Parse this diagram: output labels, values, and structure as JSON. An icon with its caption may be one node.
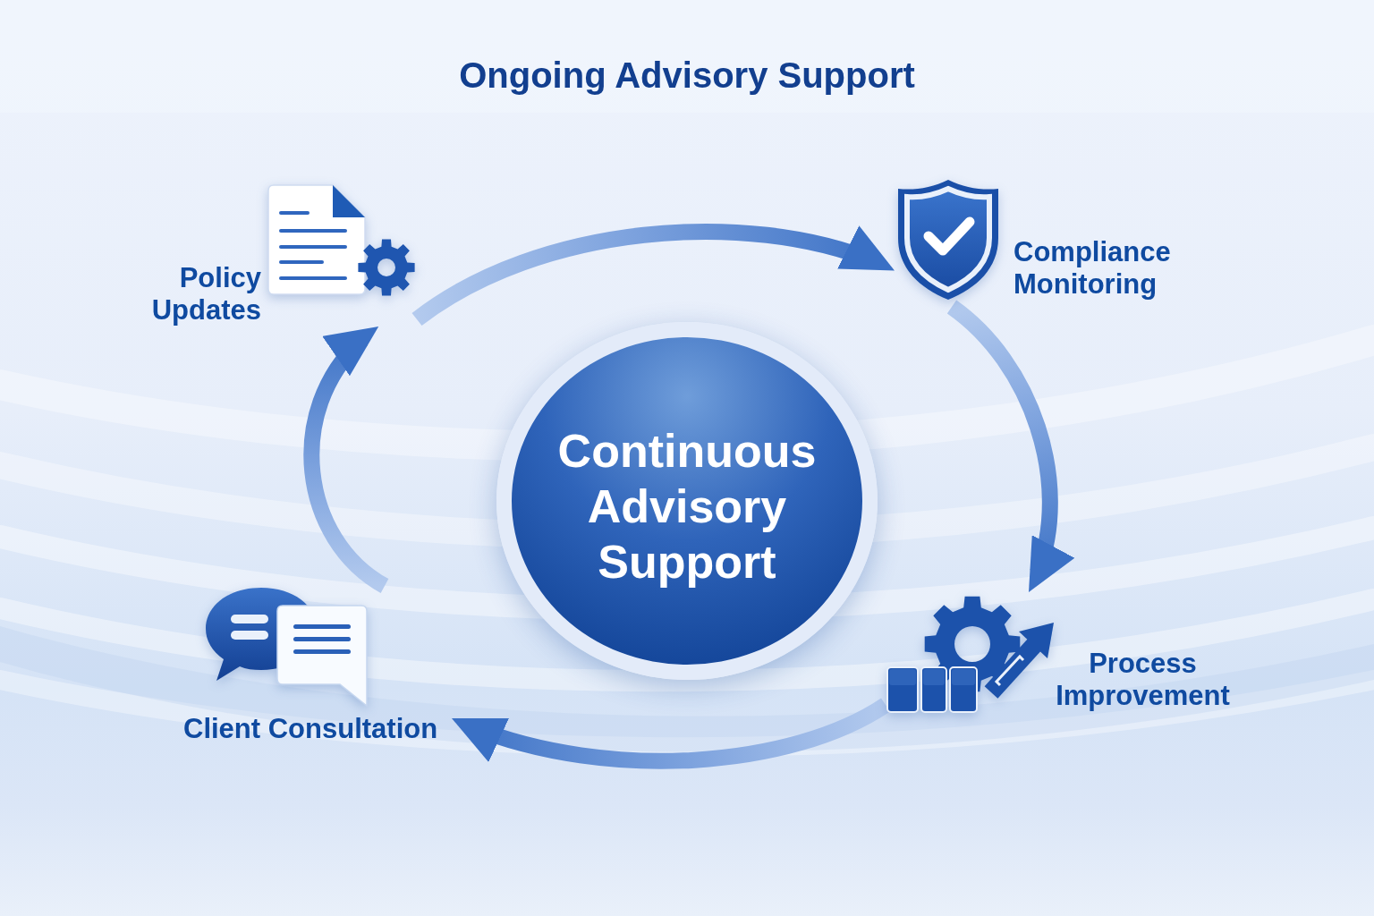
{
  "diagram": {
    "title": "Ongoing Advisory Support",
    "nodes": [
      {
        "text": [
          "Policy Updates"
        ]
      },
      {
        "text": [
          "Compliance Monitoring"
        ]
      },
      {
        "text": [
          "Continuous Advisory Support"
        ]
      },
      {
        "text": [
          "Process Improvement"
        ]
      },
      {
        "text": [
          "Client Consultation"
        ]
      }
    ],
    "edges": [
      {
        "from": 0,
        "to": 1,
        "arrow": "to"
      },
      {
        "from": 1,
        "to": 3,
        "arrow": "to"
      },
      {
        "from": 3,
        "to": 4,
        "arrow": "to"
      },
      {
        "from": 4,
        "to": 0,
        "arrow": "to"
      }
    ]
  }
}
